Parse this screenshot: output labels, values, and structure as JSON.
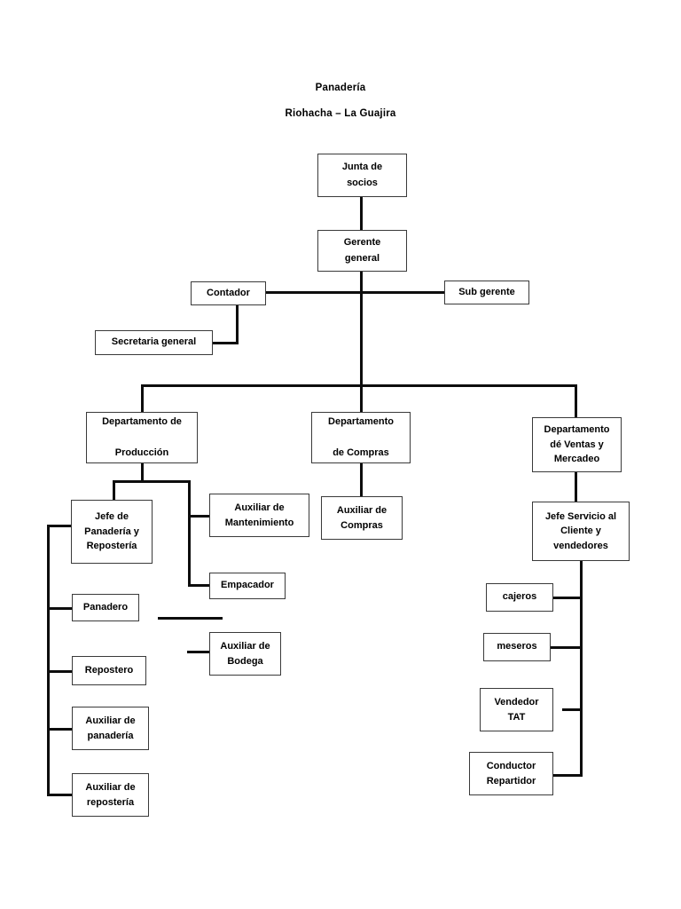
{
  "document": {
    "type": "organizational-chart",
    "title_line1": "Panadería",
    "title_line2": "Riohacha – La Guajira"
  },
  "chart_data": {
    "type": "diagram",
    "title": "Panadería Riohacha – La Guajira",
    "nodes": [
      {
        "id": "junta",
        "label": "Junta de socios",
        "level": 0
      },
      {
        "id": "gerente",
        "label": "Gerente general",
        "level": 1
      },
      {
        "id": "contador",
        "label": "Contador",
        "level": 2
      },
      {
        "id": "subgerente",
        "label": "Sub gerente",
        "level": 2
      },
      {
        "id": "secretaria",
        "label": "Secretaria general",
        "level": 3
      },
      {
        "id": "dep_produccion",
        "label": "Departamento de Producción",
        "level": 2
      },
      {
        "id": "dep_compras",
        "label": "Departamento de Compras",
        "level": 2
      },
      {
        "id": "dep_ventas",
        "label": "Departamento dé Ventas y Mercadeo",
        "level": 2
      },
      {
        "id": "jefe_panaderia",
        "label": "Jefe de Panadería y Repostería",
        "level": 3
      },
      {
        "id": "aux_mantenimiento",
        "label": "Auxiliar de Mantenimiento",
        "level": 3
      },
      {
        "id": "empacador",
        "label": "Empacador",
        "level": 3
      },
      {
        "id": "aux_bodega",
        "label": "Auxiliar de Bodega",
        "level": 3
      },
      {
        "id": "panadero",
        "label": "Panadero",
        "level": 4
      },
      {
        "id": "repostero",
        "label": "Repostero",
        "level": 4
      },
      {
        "id": "aux_panaderia",
        "label": "Auxiliar de panadería",
        "level": 4
      },
      {
        "id": "aux_reposteria",
        "label": "Auxiliar de repostería",
        "level": 4
      },
      {
        "id": "aux_compras",
        "label": "Auxiliar de Compras",
        "level": 3
      },
      {
        "id": "jefe_servicio",
        "label": "Jefe Servicio al Cliente y vendedores",
        "level": 3
      },
      {
        "id": "cajeros",
        "label": "cajeros",
        "level": 4
      },
      {
        "id": "meseros",
        "label": "meseros",
        "level": 4
      },
      {
        "id": "vendedor_tat",
        "label": "Vendedor TAT",
        "level": 4
      },
      {
        "id": "conductor",
        "label": "Conductor Repartidor",
        "level": 4
      }
    ],
    "edges": [
      [
        "junta",
        "gerente"
      ],
      [
        "gerente",
        "contador"
      ],
      [
        "gerente",
        "subgerente"
      ],
      [
        "contador",
        "secretaria"
      ],
      [
        "gerente",
        "dep_produccion"
      ],
      [
        "gerente",
        "dep_compras"
      ],
      [
        "gerente",
        "dep_ventas"
      ],
      [
        "dep_produccion",
        "jefe_panaderia"
      ],
      [
        "dep_produccion",
        "aux_mantenimiento"
      ],
      [
        "dep_produccion",
        "empacador"
      ],
      [
        "jefe_panaderia",
        "panadero"
      ],
      [
        "jefe_panaderia",
        "repostero"
      ],
      [
        "jefe_panaderia",
        "aux_panaderia"
      ],
      [
        "jefe_panaderia",
        "aux_reposteria"
      ],
      [
        "dep_compras",
        "aux_compras"
      ],
      [
        "dep_ventas",
        "jefe_servicio"
      ],
      [
        "jefe_servicio",
        "cajeros"
      ],
      [
        "jefe_servicio",
        "meseros"
      ],
      [
        "jefe_servicio",
        "vendedor_tat"
      ],
      [
        "jefe_servicio",
        "conductor"
      ]
    ]
  },
  "nodes": {
    "junta": {
      "line1": "Junta de",
      "line2": "socios"
    },
    "gerente": {
      "line1": "Gerente",
      "line2": "general"
    },
    "contador": {
      "line1": "Contador"
    },
    "subgerente": {
      "line1": "Sub gerente"
    },
    "secretaria": {
      "line1": "Secretaria general"
    },
    "dep_produccion": {
      "line1": "Departamento de",
      "line2": "Producción"
    },
    "dep_compras": {
      "line1": "Departamento",
      "line2": "de Compras"
    },
    "dep_ventas": {
      "line1": "Departamento",
      "line2": "dé Ventas y",
      "line3": "Mercadeo"
    },
    "jefe_panaderia": {
      "line1": "Jefe de",
      "line2": "Panadería y",
      "line3": "Repostería"
    },
    "aux_mantenimiento": {
      "line1": "Auxiliar de",
      "line2": "Mantenimiento"
    },
    "empacador": {
      "line1": "Empacador"
    },
    "aux_bodega": {
      "line1": "Auxiliar de",
      "line2": "Bodega"
    },
    "panadero": {
      "line1": "Panadero"
    },
    "repostero": {
      "line1": "Repostero"
    },
    "aux_panaderia": {
      "line1": "Auxiliar de",
      "line2": "panadería"
    },
    "aux_reposteria": {
      "line1": "Auxiliar de",
      "line2": "repostería"
    },
    "aux_compras": {
      "line1": "Auxiliar de",
      "line2": "Compras"
    },
    "jefe_servicio": {
      "line1": "Jefe Servicio al",
      "line2": "Cliente y",
      "line3": "vendedores"
    },
    "cajeros": {
      "line1": "cajeros"
    },
    "meseros": {
      "line1": "meseros"
    },
    "vendedor_tat": {
      "line1": "Vendedor",
      "line2": "TAT"
    },
    "conductor": {
      "line1": "Conductor",
      "line2": "Repartidor"
    }
  },
  "colors": {
    "line": "#0d0d0d",
    "box_border": "#3a3a3a",
    "text": "#000000",
    "background": "#ffffff"
  }
}
